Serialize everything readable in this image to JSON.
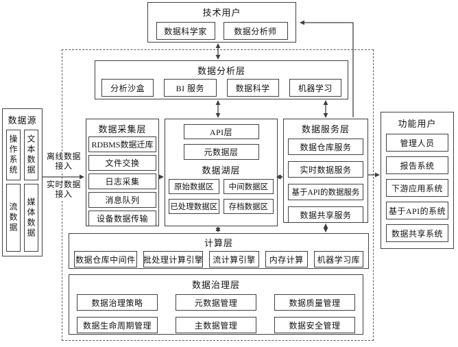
{
  "colors": {
    "line": "#3f3f3f",
    "background": "#ffffff",
    "text": "#111111"
  },
  "tech_users": {
    "title": "技术用户",
    "items": [
      "数据科学家",
      "数据分析师"
    ]
  },
  "analysis": {
    "title": "数据分析层",
    "items": [
      "分析沙盒",
      "BI 服务",
      "数据科学",
      "机器学习"
    ]
  },
  "sources": {
    "title": "数据源",
    "items": [
      "操作系统",
      "文本数据",
      "流数据",
      "媒体数据"
    ]
  },
  "access": {
    "offline": "离线数据接入",
    "realtime": "实时数据接入"
  },
  "collection": {
    "title": "数据采集层",
    "items": [
      "RDBMS数据迁库",
      "文件交换",
      "日志采集",
      "消息队列",
      "设备数据传输"
    ]
  },
  "lake": {
    "api": "API层",
    "metadata": "元数据层",
    "title": "数据湖层",
    "zones": [
      "原始数据区",
      "中间数据区",
      "已处理数据区",
      "存档数据区"
    ]
  },
  "service": {
    "title": "数据服务层",
    "items": [
      "数据仓库服务",
      "实时数据服务",
      "基于API的数据服务",
      "数据共享服务"
    ]
  },
  "functional_users": {
    "title": "功能用户",
    "items": [
      "管理人员",
      "报告系统",
      "下游应用系统",
      "基于API的系统",
      "数据共享系统"
    ]
  },
  "compute": {
    "title": "计算层",
    "items": [
      "数据仓库中间件",
      "批处理计算引擎",
      "流计算引擎",
      "内存计算",
      "机器学习库"
    ]
  },
  "governance": {
    "title": "数据治理层",
    "items": [
      "数据治理策略",
      "元数据管理",
      "数据质量管理",
      "数据生命周期管理",
      "主数据管理",
      "数据安全管理"
    ]
  }
}
